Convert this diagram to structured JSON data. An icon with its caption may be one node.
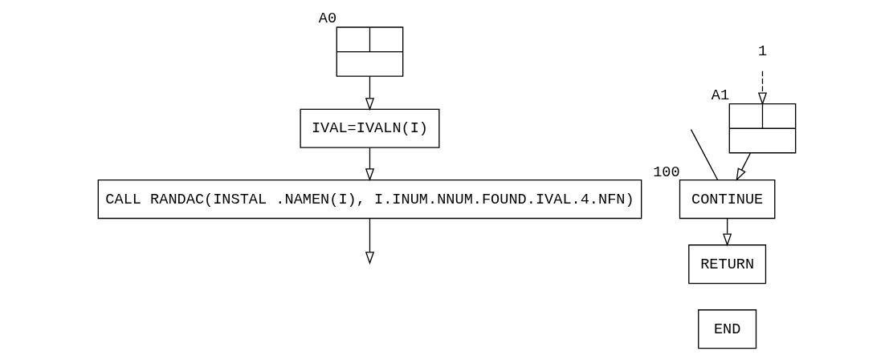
{
  "diagram": {
    "nodes": [
      {
        "text": [],
        "shape": "box",
        "beside": [
          "A0"
        ]
      },
      {
        "text": [
          "IVAL=IVALN(I)"
        ]
      },
      {
        "text": [
          "CALL RANDAC(INSTAL .NAMEN(I), I.INUM.NNUM.FOUND.IVAL.4.NFN)"
        ]
      },
      {
        "text": [],
        "shape": "box",
        "beside": [
          "A1"
        ]
      },
      {
        "text": [
          "1"
        ]
      },
      {
        "text": [
          "CONTINUE"
        ],
        "beside": [
          "100"
        ]
      },
      {
        "text": [
          "RETURN"
        ]
      },
      {
        "text": [
          "END"
        ]
      }
    ],
    "edges": [
      {
        "from": 0,
        "to": 1,
        "arrow": "to"
      },
      {
        "from": 1,
        "to": 2,
        "arrow": "to"
      },
      {
        "from": 2,
        "to": null,
        "arrow": "to"
      },
      {
        "from": 4,
        "to": 3,
        "arrow": "to",
        "style": "dashed"
      },
      {
        "from": 3,
        "to": 5,
        "arrow": "to"
      },
      {
        "from": null,
        "to": 5,
        "arrow": "none"
      },
      {
        "from": 5,
        "to": 6,
        "arrow": "to"
      }
    ]
  }
}
